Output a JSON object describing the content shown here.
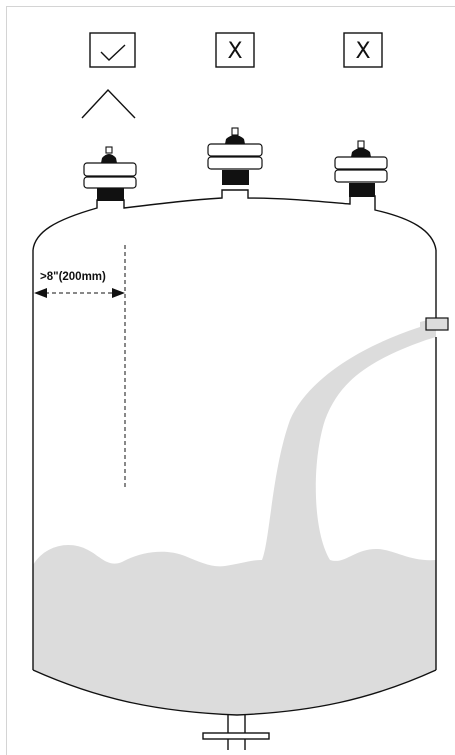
{
  "diagram": {
    "dimension_label": ">8\"(200mm)",
    "positions": [
      {
        "id": "left",
        "verdict": "correct",
        "symbol": "check-icon",
        "has_label": false,
        "label": ""
      },
      {
        "id": "center",
        "verdict": "incorrect",
        "symbol": "x-mark",
        "has_label": true,
        "label": "X"
      },
      {
        "id": "right",
        "verdict": "incorrect",
        "symbol": "x-mark",
        "has_label": true,
        "label": "X"
      }
    ],
    "colors": {
      "line": "#111111",
      "product_fill": "#dcdcdc",
      "sensor_body": "#ffffff",
      "sensor_collar": "#111111",
      "frame_border": "#d4d4d4"
    }
  }
}
